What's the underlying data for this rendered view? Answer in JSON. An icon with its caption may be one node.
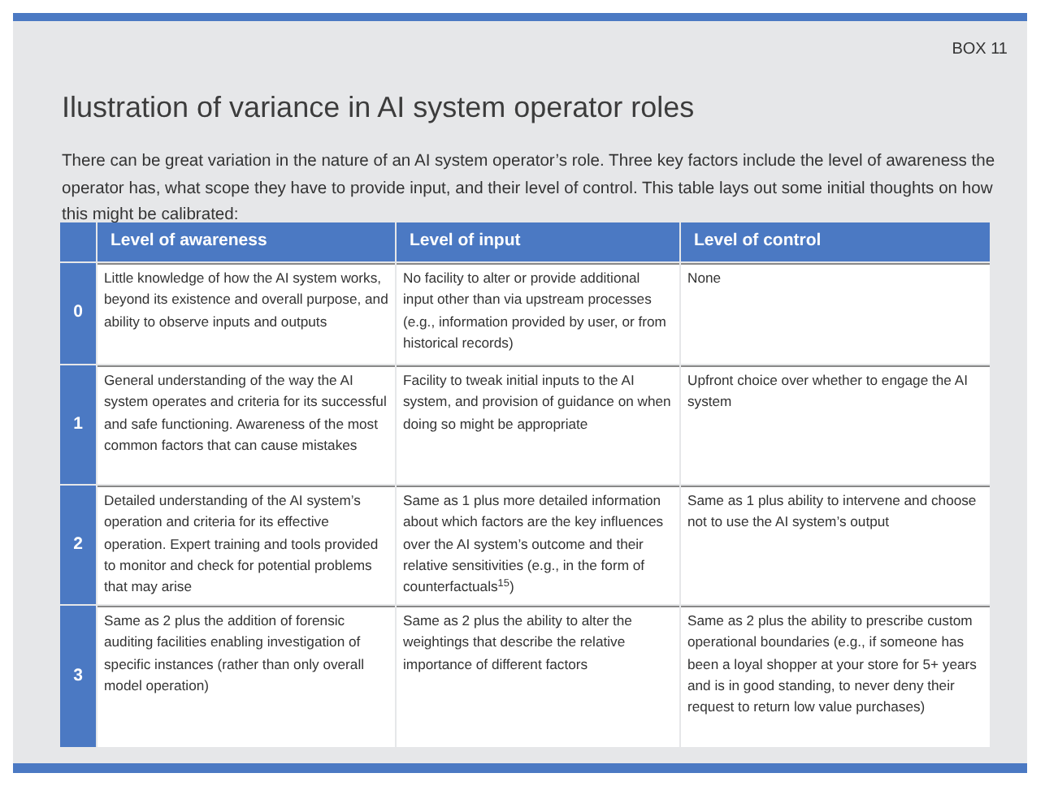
{
  "diagram": {
    "title": "Ilustration of variance in AI system operator roles",
    "labels": [
      "BOX 11",
      "There can be great variation in the nature of an AI system operator’s role. Three key factors include the level of awareness the operator has, what scope they have to provide input, and their level of control. This table lays out some initial thoughts on how this might be calibrated:",
      "Level of awareness",
      "Level of input",
      "Level of control",
      "0",
      "Little knowledge of how the AI system works, beyond its existence and overall purpose, and ability to observe inputs and outputs",
      "No facility to alter or provide additional input other than via upstream processes (e.g., information provided by user, or from historical records)",
      "None",
      "1",
      "General understanding of the way the AI system operates and criteria for its successful and safe functioning. Awareness of the most common factors that can cause mistakes",
      "Facility to tweak initial inputs to the AI system, and provision of guidance on when doing so might be appropriate",
      "Upfront choice over whether to engage the AI system",
      "2",
      "Detailed understanding of the AI system’s operation and criteria for its effective operation. Expert training and tools provided to monitor and check for potential problems that may arise",
      "Same as 1 plus more detailed information about which factors are the key influences over the AI system’s outcome and their relative sensitivities (e.g., in the form of counterfactuals$^{15}$)",
      "Same as 1 plus ability to intervene and choose not to use the AI system’s output",
      "3",
      "Same as 2 plus the addition of forensic auditing facilities enabling investigation of specific instances (rather than only overall model operation)",
      "Same as 2 plus the ability to alter the weightings that describe the relative importance of different factors",
      "Same as 2 plus the ability to prescribe custom operational boundaries (e.g., if someone has been a loyal shopper at your store for 5+ years and is in good standing, to never deny their request to return low value purchases)"
    ]
  }
}
